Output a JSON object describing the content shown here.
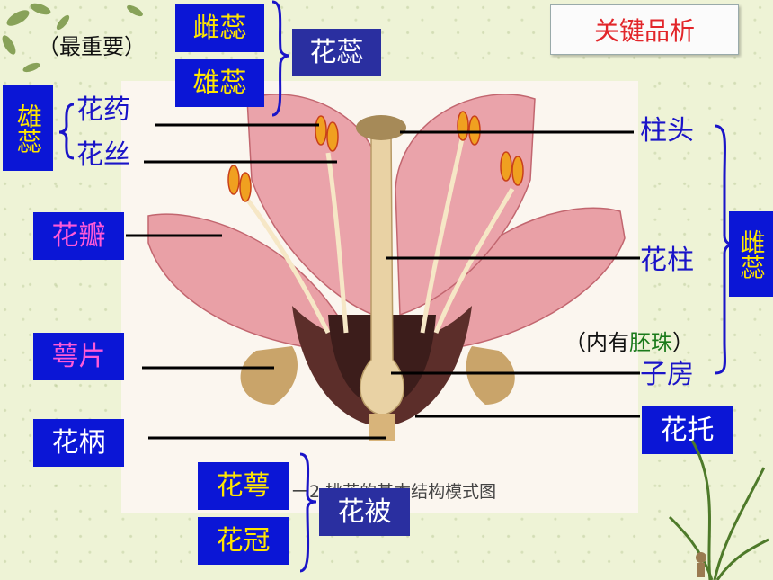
{
  "title": "关键品析",
  "top": {
    "note": "（最重要）",
    "pistil": "雌蕊",
    "stamen": "雄蕊",
    "pistil_stamen_group": "花蕊"
  },
  "left": {
    "stamen_group": "雄蕊",
    "anther": "花药",
    "filament": "花丝",
    "petal": "花瓣",
    "sepal": "萼片",
    "pedicel": "花柄"
  },
  "right": {
    "stigma": "柱头",
    "style": "花柱",
    "ovule_note_pre": "（内有",
    "ovule_note_word": "胚珠",
    "ovule_note_post": "）",
    "ovary": "子房",
    "receptacle": "花托",
    "pistil_group": "雌蕊"
  },
  "bottom": {
    "calyx": "花萼",
    "corolla": "花冠",
    "perianth": "花被"
  },
  "figure_caption": "一2  桃花的基本结构模式图",
  "colors": {
    "box_blue": "#0b16d6",
    "yellow_text": "#ffe600",
    "pink_text": "#ff5ad8",
    "title_red": "#e2262a",
    "ovule_green": "#1a7a1a"
  }
}
